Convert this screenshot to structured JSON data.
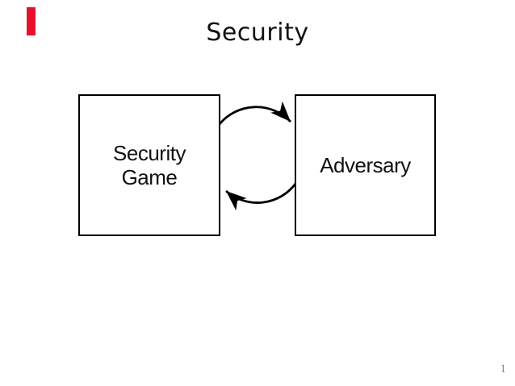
{
  "slide": {
    "title": "Security",
    "page_number": "1"
  },
  "diagram": {
    "left_box": {
      "label_line1": "Security",
      "label_line2": "Game"
    },
    "right_box": {
      "label": "Adversary"
    },
    "relationship": "two curved arrows forming a cycle between Security Game and Adversary",
    "arrow_icons": [
      "cycle-arrow-top-icon",
      "cycle-arrow-bottom-icon"
    ]
  },
  "colors": {
    "background": "#ffffff",
    "accent_red": "#e8112d",
    "box_border": "#000000",
    "text": "#111111",
    "page_number_gray": "#808080"
  }
}
